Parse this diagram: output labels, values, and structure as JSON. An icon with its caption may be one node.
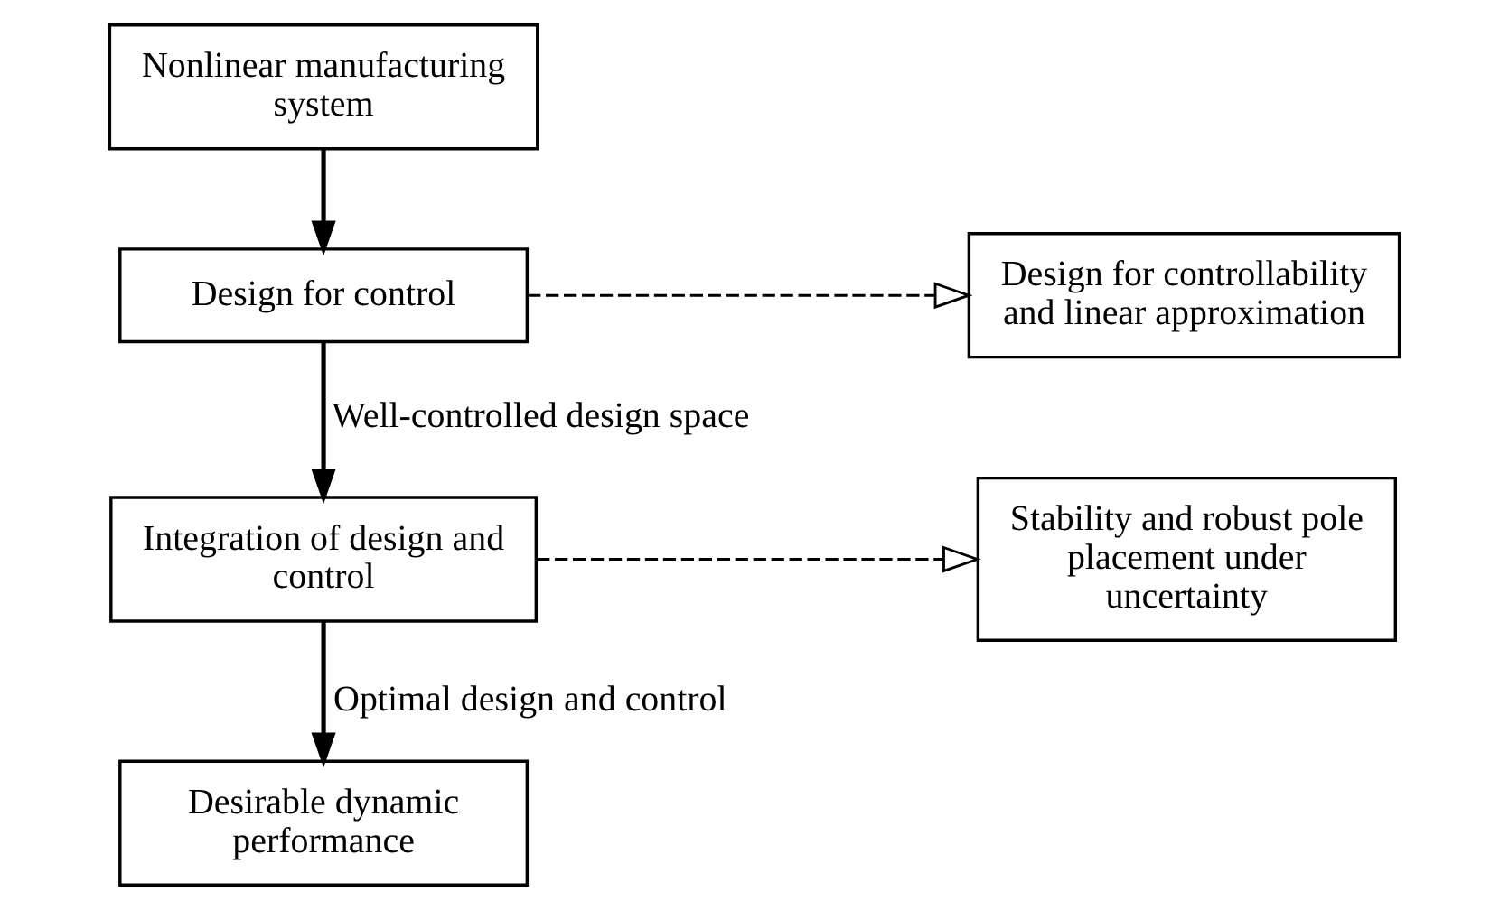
{
  "diagram": {
    "nodes": [
      {
        "text": [
          "Nonlinear manufacturing system"
        ]
      },
      {
        "text": [
          "Design for control"
        ]
      },
      {
        "text": [
          "Design for controllability and linear approximation"
        ]
      },
      {
        "text": [
          "Integration of design and control"
        ]
      },
      {
        "text": [
          "Stability and robust pole placement under uncertainty"
        ]
      },
      {
        "text": [
          "Desirable dynamic performance"
        ]
      }
    ],
    "edges": [
      {
        "from": 0,
        "to": 1,
        "arrow": "to"
      },
      {
        "from": 1,
        "to": 2,
        "arrow": "to",
        "style": "dashed"
      },
      {
        "from": 1,
        "to": 3,
        "arrow": "to",
        "label": "Well-controlled design space"
      },
      {
        "from": 3,
        "to": 4,
        "arrow": "to",
        "style": "dashed"
      },
      {
        "from": 3,
        "to": 5,
        "arrow": "to",
        "label": "Optimal design and control"
      }
    ]
  }
}
